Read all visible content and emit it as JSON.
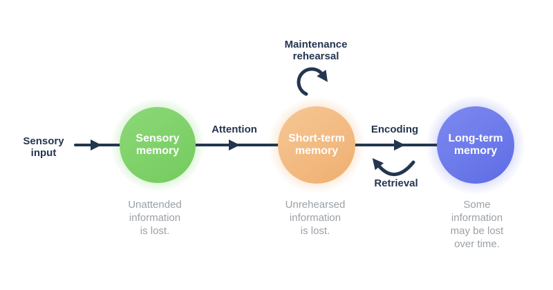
{
  "diagram": {
    "input_label": "Sensory\ninput",
    "stages": [
      {
        "name": "sensory-memory",
        "label": "Sensory\nmemory",
        "caption": "Unattended\ninformation\nis lost.",
        "color": "#80d26b"
      },
      {
        "name": "short-term-memory",
        "label": "Short-term\nmemory",
        "caption": "Unrehearsed\ninformation\nis lost.",
        "color": "#f2bc88"
      },
      {
        "name": "long-term-memory",
        "label": "Long-term\nmemory",
        "caption": "Some\ninformation\nmay be lost\nover time.",
        "color": "#6b79ea"
      }
    ],
    "arrows": {
      "attention": "Attention",
      "encoding": "Encoding",
      "maintenance_rehearsal": "Maintenance\nrehearsal",
      "retrieval": "Retrieval"
    },
    "colors": {
      "arrow": "#24364f",
      "caption_text": "#9aa0a6"
    }
  }
}
